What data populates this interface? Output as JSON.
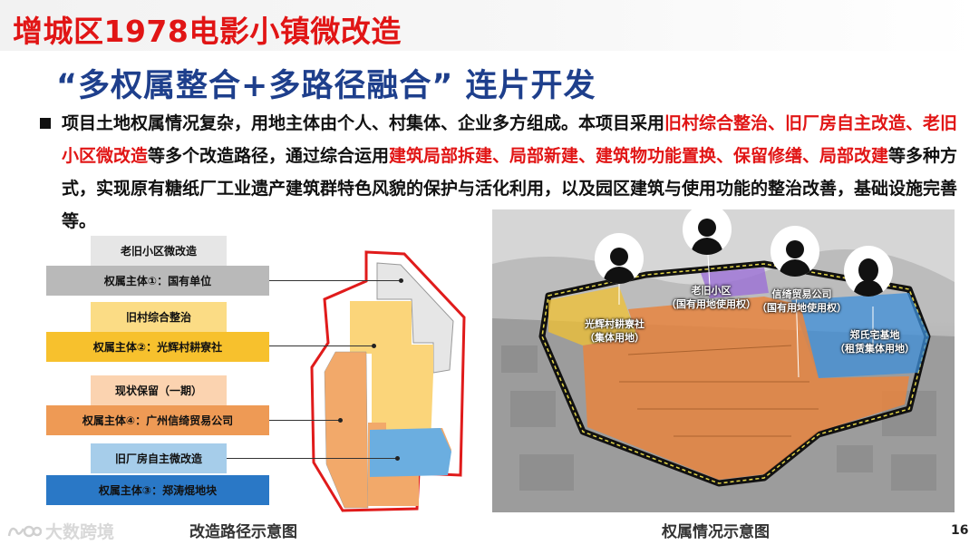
{
  "header": {
    "title": "增城区1978电影小镇微改造",
    "subtitle": "“多权属整合+多路径融合”  连片开发"
  },
  "paragraph": {
    "segments": [
      {
        "text": "项目土地权属情况复杂，用地主体由个人、村集体、企业多方组成。本项目采用",
        "highlight": false
      },
      {
        "text": "旧村综合整治、旧厂房自主改造、老旧小区微改造",
        "highlight": true
      },
      {
        "text": "等多个改造路径，通过综合运用",
        "highlight": false
      },
      {
        "text": "建筑局部拆建、局部新建、建筑物功能置换、保留修缮、局部改建",
        "highlight": true
      },
      {
        "text": "等多种方式，实现原有糖纸厂工业遗产建筑群特色风貌的保护与活化利用，以及园区建筑与使用功能的整治改善，基础设施完善等。",
        "highlight": false
      }
    ]
  },
  "diagram": {
    "caption": "改造路径示意图",
    "groups": [
      {
        "path": "老旧小区微改造",
        "owner": "权属主体①：国有单位",
        "path_color": "#e6e6e6",
        "owner_color": "#b9b9b9"
      },
      {
        "path": "旧村综合整治",
        "owner": "权属主体②：光辉村耕寮社",
        "path_color": "#fbdc85",
        "owner_color": "#f7c12d"
      },
      {
        "path": "现状保留（一期）",
        "owner": "权属主体④：广州信绮贸易公司",
        "path_color": "#fbd3b0",
        "owner_color": "#ee9a55"
      },
      {
        "path": "旧厂房自主微改造",
        "owner": "权属主体③：郑涛焜地块",
        "path_color": "#a6cdea",
        "owner_color": "#2a78c6"
      }
    ]
  },
  "photo": {
    "caption": "权属情况示意图",
    "labels": [
      {
        "text": "光辉村耕寮社\n（集体用地）"
      },
      {
        "text": "老旧小区\n（国有用地使用权）"
      },
      {
        "text": "信绮贸易公司\n（国有用地使用权）"
      },
      {
        "text": "郑氏宅基地\n（租赁集体用地）"
      }
    ],
    "zone_colors": {
      "yellow": "#f1c232",
      "purple": "#9b6fd6",
      "blue": "#3d8fd9",
      "orange": "#e8853f"
    }
  },
  "footer": {
    "logo_text": "大数跨境",
    "page_number": "16"
  }
}
